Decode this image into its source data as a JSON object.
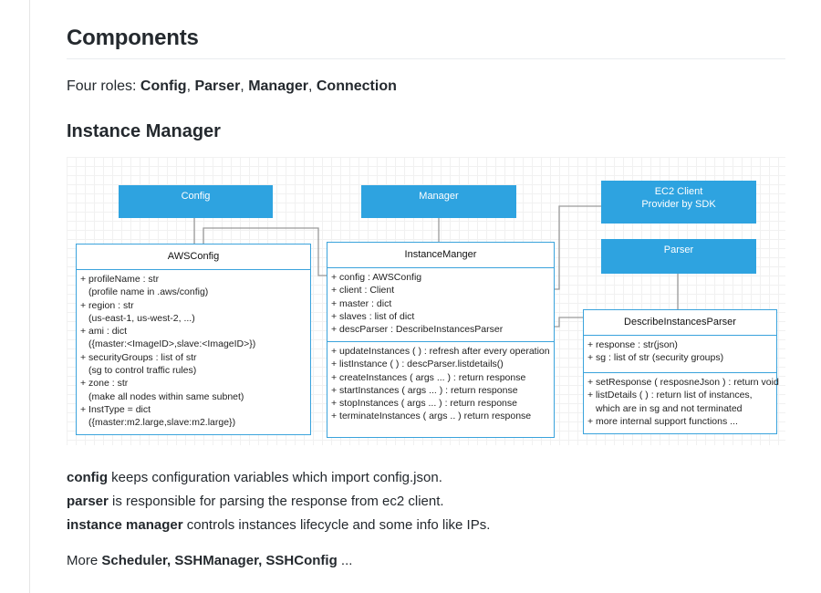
{
  "heading": "Components",
  "roles_prefix": "Four roles: ",
  "roles": [
    "Config",
    "Parser",
    "Manager",
    "Connection"
  ],
  "roles_sep": ", ",
  "subheading": "Instance Manager",
  "diagram": {
    "config_box": "Config",
    "manager_box": "Manager",
    "ec2_box_line1": "EC2 Client",
    "ec2_box_line2": "Provider by SDK",
    "parser_box": "Parser",
    "awsconfig": {
      "title": "AWSConfig",
      "lines": [
        {
          "text": "+ profileName : str",
          "indent": false
        },
        {
          "text": "(profile name in .aws/config)",
          "indent": true
        },
        {
          "text": "+ region : str",
          "indent": false
        },
        {
          "text": "(us-east-1, us-west-2, ...)",
          "indent": true
        },
        {
          "text": "+ ami : dict",
          "indent": false
        },
        {
          "text": "({master:<ImageID>,slave:<ImageID>})",
          "indent": true
        },
        {
          "text": "+ securityGroups : list of str",
          "indent": false
        },
        {
          "text": "(sg to control traffic rules)",
          "indent": true
        },
        {
          "text": "+ zone : str",
          "indent": false
        },
        {
          "text": "(make all nodes within same subnet)",
          "indent": true
        },
        {
          "text": "+ InstType = dict",
          "indent": false
        },
        {
          "text": "({master:m2.large,slave:m2.large})",
          "indent": true
        }
      ]
    },
    "instancemanager": {
      "title": "InstanceManger",
      "attrs": [
        "+ config : AWSConfig",
        "+ client : Client",
        "+ master : dict",
        "+ slaves : list of dict",
        "+ descParser : DescribeInstancesParser"
      ],
      "methods": [
        "+ updateInstances ( ) :  refresh after every operation",
        "+ listInstance ( ) : descParser.listdetails()",
        "+ createInstances ( args ... ) : return response",
        "+ startInstances ( args ... ) : return response",
        "+ stopInstances ( args ... ) : return response",
        "+ terminateInstances ( args .. ) return response"
      ]
    },
    "describeparser": {
      "title": "DescribeInstancesParser",
      "attrs": [
        "+ response : str(json)",
        "+ sg : list of str (security groups)"
      ],
      "methods": [
        "+ setResponse ( resposneJson ) : return void",
        "+ listDetails ( ) : return list of instances,",
        "which are in sg and not terminated",
        "+ more internal support functions ..."
      ]
    }
  },
  "paragraphs": {
    "p1_bold": "config",
    "p1_rest": " keeps configuration variables which import config.json.",
    "p2_bold": "parser",
    "p2_rest": " is responsible for parsing the response from ec2 client.",
    "p3_bold": "instance manager",
    "p3_rest": " controls instances lifecycle and some info like IPs.",
    "p4_prefix": "More ",
    "p4_bold": "Scheduler, SSHManager, SSHConfig",
    "p4_suffix": " ..."
  },
  "colors": {
    "box_fill": "#2ea3e0",
    "uml_border": "#3aa3dc",
    "connector": "#9a9a9a"
  }
}
